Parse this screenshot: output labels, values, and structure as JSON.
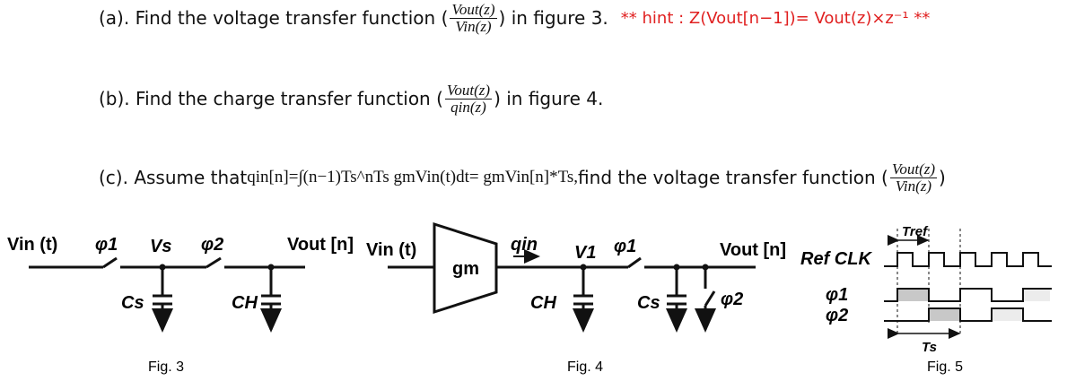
{
  "questions": {
    "a": {
      "prefix": "(a). Find the voltage transfer function (",
      "num": "Vout(z)",
      "den": "Vin(z)",
      "suffix": ") in figure 3.",
      "hint": "** hint : Z(Vout[n−1])= Vout(z)×z⁻¹ **"
    },
    "b": {
      "prefix": "(b). Find the charge transfer function (",
      "num": "Vout(z)",
      "den": "qin(z)",
      "suffix": ") in figure 4."
    },
    "c": {
      "prefix": "(c). Assume that ",
      "formula": "qin[n]=∫(n−1)Ts^nTs gmVin(t)dt= gmVin[n]*Ts,",
      "middle": " find the voltage transfer function (",
      "num": "Vout(z)",
      "den": "Vin(z)",
      "suffix": ")"
    }
  },
  "fig3": {
    "caption": "Fig. 3",
    "vin": "Vin (t)",
    "phi1": "φ1",
    "vs": "Vs",
    "phi2": "φ2",
    "vout": "Vout [n]",
    "cs": "Cs",
    "ch": "CH"
  },
  "fig4": {
    "caption": "Fig. 4",
    "vin": "Vin (t)",
    "gm": "gm",
    "qin": "qin",
    "v1": "V1",
    "phi1": "φ1",
    "vout": "Vout [n]",
    "ch": "CH",
    "cs": "Cs",
    "phi2": "φ2"
  },
  "fig5": {
    "caption": "Fig. 5",
    "tref": "Tref",
    "refclk": "Ref CLK",
    "phi1": "φ1",
    "phi2": "φ2",
    "ts": "Ts"
  }
}
